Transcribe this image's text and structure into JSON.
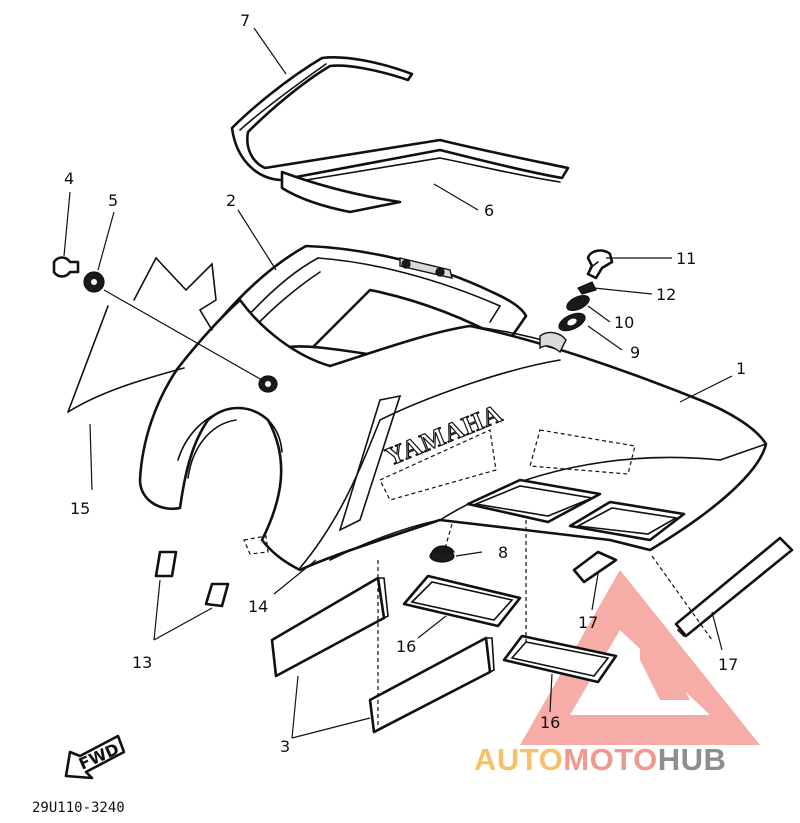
{
  "diagram": {
    "part_numbers": [
      "1",
      "2",
      "3",
      "4",
      "5",
      "6",
      "7",
      "8",
      "9",
      "10",
      "11",
      "12",
      "13",
      "14",
      "15",
      "16",
      "16",
      "17",
      "17"
    ],
    "decal_text": "YAMAHA",
    "fwd_label": "FWD",
    "drawing_code": "29U110-3240"
  },
  "watermark": {
    "word_part1": "AUTO",
    "word_part2": "MOTO",
    "word_part3": "HUB",
    "colors": {
      "part1": "#f6c169",
      "part2": "#f09a8e",
      "part3": "#8e8e8e",
      "triangle": "#f3928a"
    }
  }
}
